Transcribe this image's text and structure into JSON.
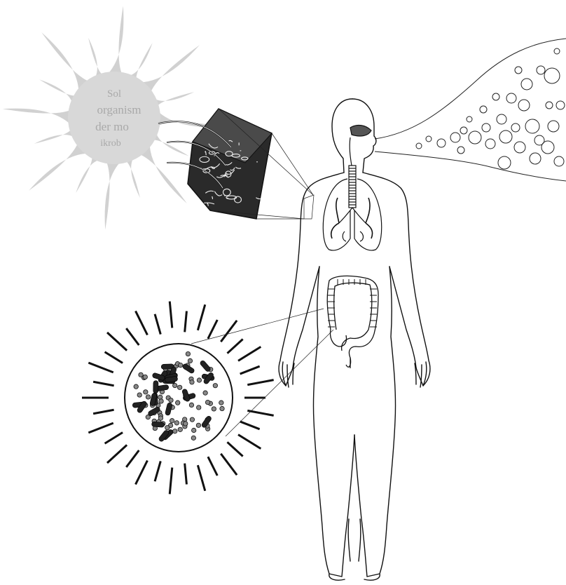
{
  "diagram": {
    "background_color": "#ffffff",
    "line_color": "#111111",
    "sun_color": "#c9c9c9",
    "sun_core_color": "#d8d8d8",
    "watermark_color": "#9a9a9a",
    "sun_watermark_lines": [
      "Sol",
      "organism",
      "der mo",
      "ikrob"
    ]
  },
  "elements": {
    "sun": "sun-icon",
    "skin": "skin-cross-section",
    "body": "human-body-outline",
    "lungs": "lungs",
    "intestine": "large-intestine",
    "microbes": "microbe-circle",
    "air": "airflow-stream"
  }
}
